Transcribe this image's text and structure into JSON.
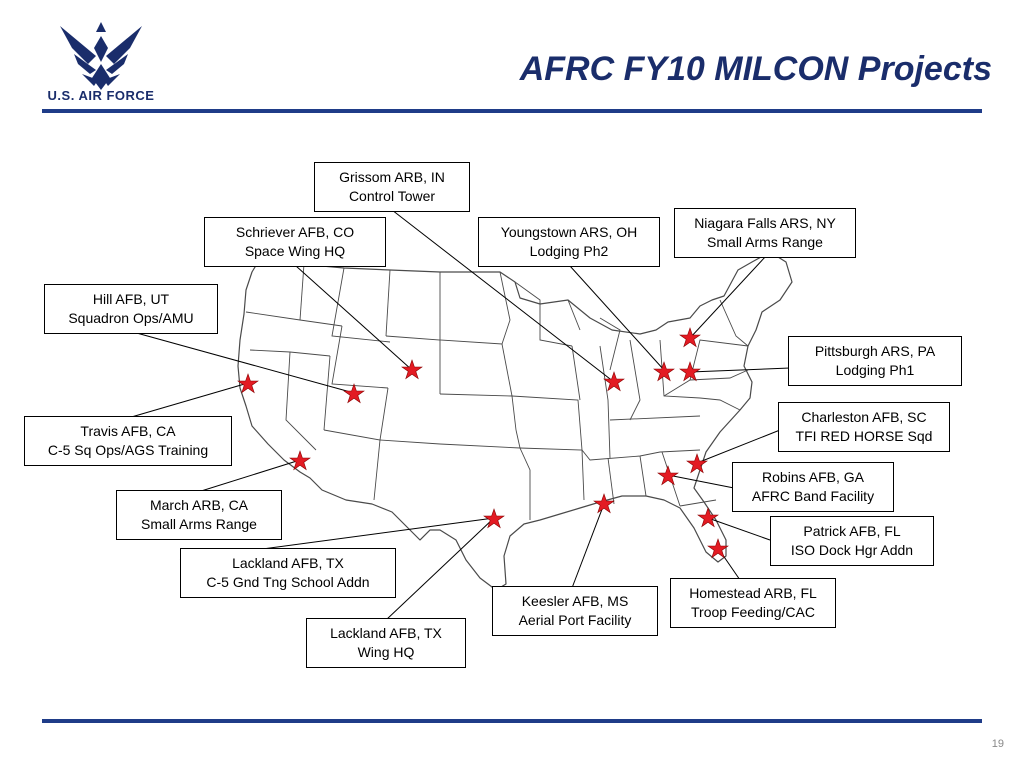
{
  "header": {
    "title": "AFRC FY10 MILCON Projects",
    "logo_text": "U.S. AIR FORCE"
  },
  "page_number": "19",
  "sites": [
    {
      "name": "Grissom ARB, IN",
      "project": "Control Tower"
    },
    {
      "name": "Schriever AFB, CO",
      "project": "Space Wing HQ"
    },
    {
      "name": "Youngstown ARS, OH",
      "project": "Lodging Ph2"
    },
    {
      "name": "Niagara Falls ARS, NY",
      "project": "Small Arms Range"
    },
    {
      "name": "Hill AFB, UT",
      "project": "Squadron Ops/AMU"
    },
    {
      "name": "Pittsburgh ARS, PA",
      "project": "Lodging Ph1"
    },
    {
      "name": "Charleston AFB, SC",
      "project": "TFI RED HORSE Sqd"
    },
    {
      "name": "Travis AFB, CA",
      "project": "C-5 Sq Ops/AGS Training"
    },
    {
      "name": "Robins AFB, GA",
      "project": "AFRC Band Facility"
    },
    {
      "name": "March ARB, CA",
      "project": "Small Arms Range"
    },
    {
      "name": "Patrick AFB, FL",
      "project": "ISO Dock Hgr Addn"
    },
    {
      "name": "Lackland AFB, TX",
      "project": "C-5 Gnd Tng School Addn"
    },
    {
      "name": "Homestead ARB, FL",
      "project": "Troop Feeding/CAC"
    },
    {
      "name": "Keesler AFB, MS",
      "project": "Aerial Port Facility"
    },
    {
      "name": "Lackland AFB, TX",
      "project": "Wing HQ"
    }
  ],
  "colors": {
    "star": "#e31b23",
    "title": "#1a2d6b",
    "rule": "#1f3c88",
    "state_line": "#4a4a4a"
  }
}
